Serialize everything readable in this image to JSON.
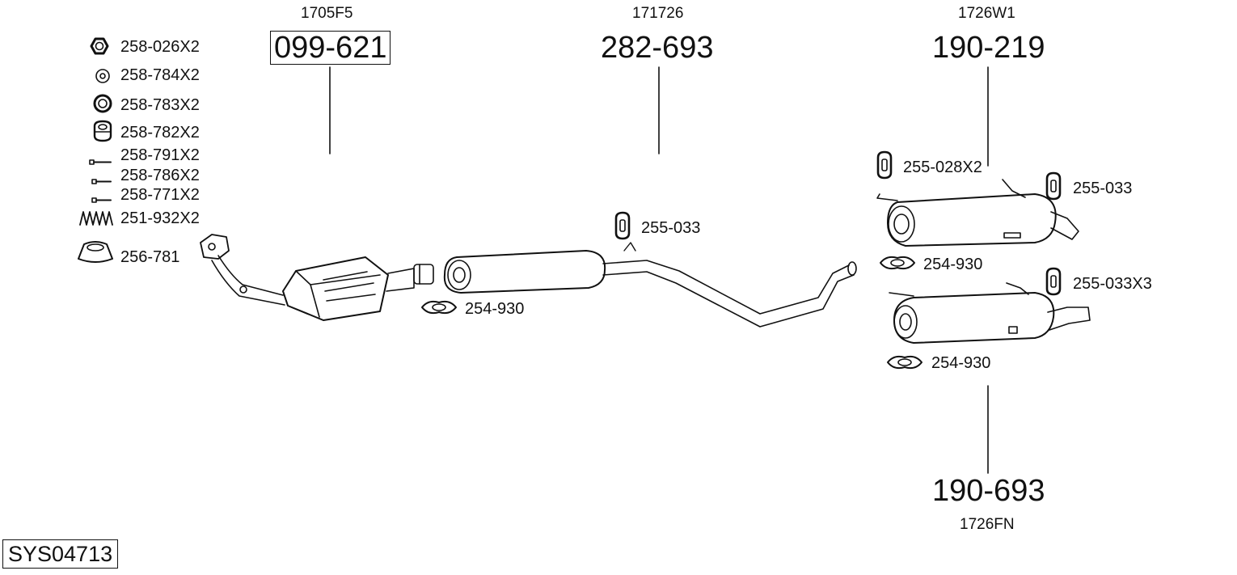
{
  "system_code": "SYS04713",
  "main_parts": [
    {
      "number": "099-621",
      "reference": "1705F5",
      "boxed": true
    },
    {
      "number": "282-693",
      "reference": "171726",
      "boxed": false
    },
    {
      "number": "190-219",
      "reference": "1726W1",
      "boxed": false
    },
    {
      "number": "190-693",
      "reference": "1726FN",
      "boxed": false
    }
  ],
  "fitting_kit": [
    {
      "label": "258-026X2",
      "icon": "hex-nut-icon"
    },
    {
      "label": "258-784X2",
      "icon": "washer-icon"
    },
    {
      "label": "258-783X2",
      "icon": "spring-washer-icon"
    },
    {
      "label": "258-782X2",
      "icon": "rubber-bush-icon"
    },
    {
      "label": "258-791X2",
      "icon": "bolt-icon"
    },
    {
      "label": "258-786X2",
      "icon": "bolt-icon"
    },
    {
      "label": "258-771X2",
      "icon": "bolt-icon"
    },
    {
      "label": "251-932X2",
      "icon": "spring-icon"
    },
    {
      "label": "256-781",
      "icon": "gasket-ring-icon"
    }
  ],
  "accessories": [
    {
      "label": "254-930",
      "icon": "clamp-icon"
    },
    {
      "label": "255-033",
      "icon": "rubber-mount-icon"
    },
    {
      "label": "255-028X2",
      "icon": "rubber-mount-icon"
    },
    {
      "label": "255-033",
      "icon": "rubber-mount-icon"
    },
    {
      "label": "254-930",
      "icon": "clamp-icon"
    },
    {
      "label": "255-033X3",
      "icon": "rubber-mount-icon"
    },
    {
      "label": "254-930",
      "icon": "clamp-icon"
    }
  ],
  "colors": {
    "line": "#111111",
    "background": "#ffffff"
  }
}
